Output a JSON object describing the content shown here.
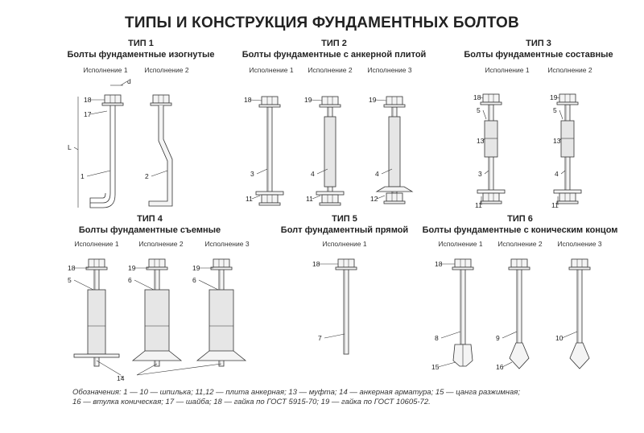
{
  "title": "ТИПЫ И КОНСТРУКЦИЯ ФУНДАМЕНТНЫХ БОЛТОВ",
  "types": [
    {
      "name": "ТИП 1",
      "subtitle": "Болты фундаментные изогнутые",
      "variants": [
        "Исполнение 1",
        "Исполнение 2"
      ],
      "callouts": [
        "d",
        "18",
        "17",
        "L",
        "1",
        "2"
      ]
    },
    {
      "name": "ТИП 2",
      "subtitle": "Болты фундаментные с анкерной плитой",
      "variants": [
        "Исполнение 1",
        "Исполнение 2",
        "Исполнение 3"
      ],
      "callouts": [
        "18",
        "3",
        "11",
        "19",
        "4",
        "11",
        "19",
        "4",
        "12"
      ]
    },
    {
      "name": "ТИП 3",
      "subtitle": "Болты фундаментные составные",
      "variants": [
        "Исполнение 1",
        "Исполнение 2"
      ],
      "callouts": [
        "18",
        "5",
        "13",
        "3",
        "11",
        "19",
        "5",
        "13",
        "4",
        "11"
      ]
    },
    {
      "name": "ТИП 4",
      "subtitle": "Болты фундаментные съемные",
      "variants": [
        "Исполнение 1",
        "Исполнение 2",
        "Исполнение 3"
      ],
      "callouts": [
        "18",
        "5",
        "19",
        "6",
        "19",
        "6",
        "14"
      ]
    },
    {
      "name": "ТИП 5",
      "subtitle": "Болт фундаментный прямой",
      "variants": [
        "Исполнение 1"
      ],
      "callouts": [
        "18",
        "7"
      ]
    },
    {
      "name": "ТИП 6",
      "subtitle": "Болты фундаментные с коническим концом",
      "variants": [
        "Исполнение 1",
        "Исполнение 2",
        "Исполнение 3"
      ],
      "callouts": [
        "18",
        "8",
        "15",
        "9",
        "16",
        "10"
      ]
    }
  ],
  "legend": {
    "line1": "Обозначения: 1 — 10 — шпилька; 11,12 — плита анкерная; 13 — муфта; 14 — анкерная арматура; 15 — цанга разжимная;",
    "line2": "16 — втулка коническая; 17 — шайба; 18 — гайка по ГОСТ 5915-70; 19 — гайка по ГОСТ 10605-72."
  }
}
